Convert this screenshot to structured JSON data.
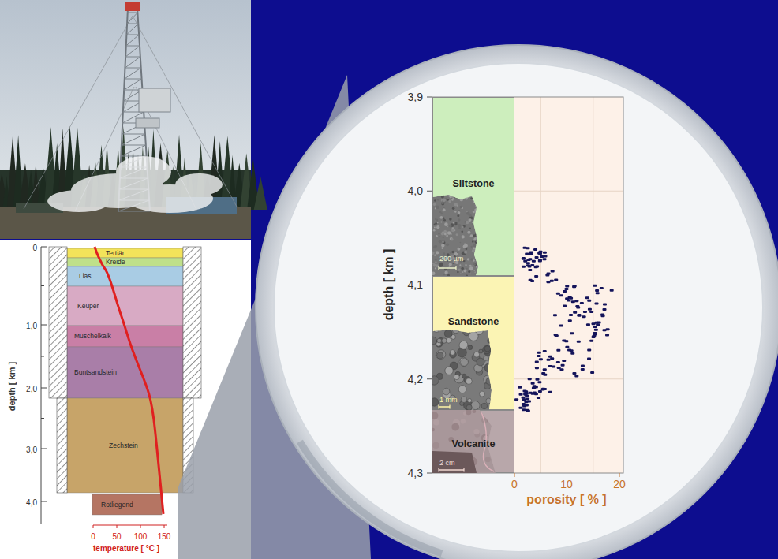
{
  "diagram": {
    "nodes": [
      {
        "text": [
          "Tertiär"
        ]
      },
      {
        "text": [
          "Kreide"
        ]
      },
      {
        "text": [
          "Lias"
        ]
      },
      {
        "text": [
          "Keuper"
        ]
      },
      {
        "text": [
          "Muschelkalk"
        ]
      },
      {
        "text": [
          "Buntsandstein"
        ]
      },
      {
        "text": [
          "Zechstein"
        ]
      },
      {
        "text": [
          "Rotliegend"
        ]
      },
      {
        "text": [
          "Siltstone",
          "200 µm"
        ]
      },
      {
        "text": [
          "Sandstone",
          "1 mm"
        ]
      },
      {
        "text": [
          "Volcanite",
          "2 cm"
        ]
      }
    ],
    "labels": [
      "0",
      "1,0",
      "2,0",
      "3,0",
      "4,0",
      "depth [ km ]",
      "0",
      "50",
      "100",
      "150",
      "temperature [ °C ]",
      "3,9",
      "4,0",
      "4,1",
      "4,2",
      "4,3",
      "depth [ km ]",
      "0",
      "10",
      "20",
      "porosity [ % ]"
    ]
  }
}
